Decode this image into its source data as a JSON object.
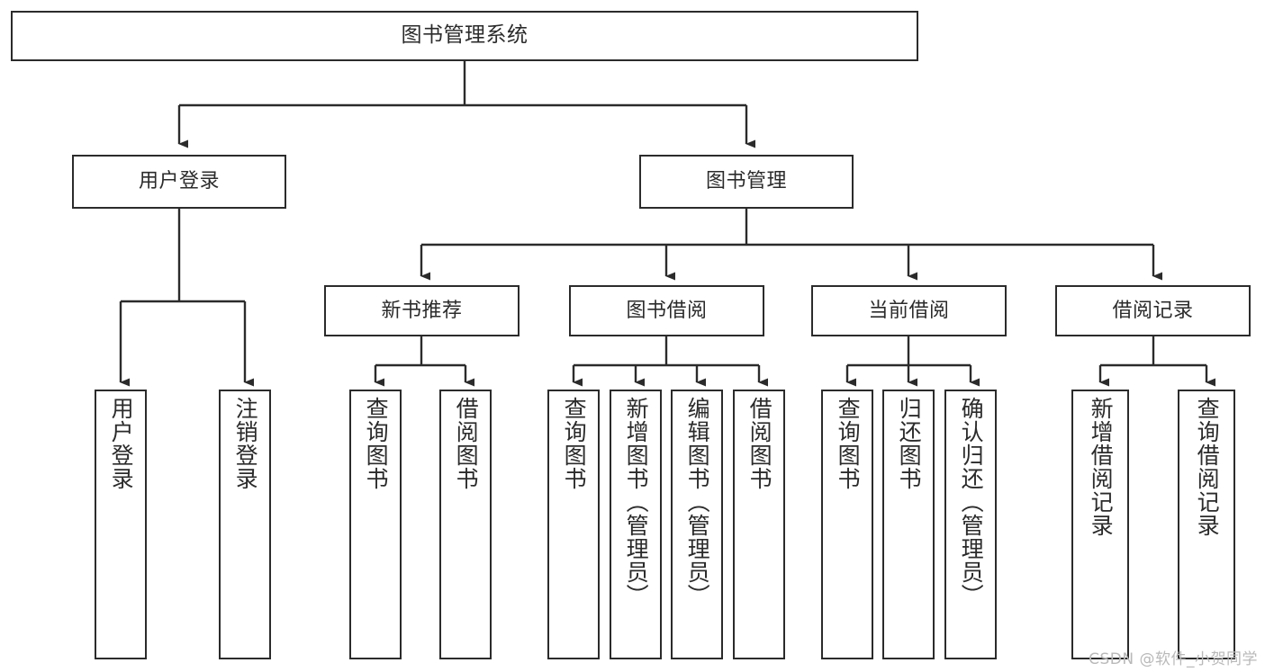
{
  "diagram": {
    "title": "图书管理系统",
    "type": "tree-hierarchy-chart",
    "watermark": "CSDN @软件_小贺同学",
    "colors": {
      "box_border": "#2b2b2b",
      "box_fill": "#ffffff",
      "edge": "#2b2b2b",
      "text": "#2b2b2b",
      "watermark": "#b9b9b9",
      "background": "#ffffff"
    }
  },
  "nodes": {
    "root": {
      "label": "图书管理系统"
    },
    "level1": [
      {
        "id": "user-login",
        "label": "用户登录"
      },
      {
        "id": "book-management",
        "label": "图书管理"
      }
    ],
    "level2": [
      {
        "id": "new-book-recommend",
        "label": "新书推荐",
        "parent": "book-management"
      },
      {
        "id": "book-borrow",
        "label": "图书借阅",
        "parent": "book-management"
      },
      {
        "id": "current-borrow",
        "label": "当前借阅",
        "parent": "book-management"
      },
      {
        "id": "borrow-record",
        "label": "借阅记录",
        "parent": "book-management"
      }
    ],
    "leaves": [
      {
        "id": "leaf-user-login",
        "label": "用户登录",
        "parent": "user-login"
      },
      {
        "id": "leaf-logout-login",
        "label": "注销登录",
        "parent": "user-login"
      },
      {
        "id": "leaf-query-book-1",
        "label": "查询图书",
        "parent": "new-book-recommend"
      },
      {
        "id": "leaf-borrow-book-1",
        "label": "借阅图书",
        "parent": "new-book-recommend"
      },
      {
        "id": "leaf-query-book-2",
        "label": "查询图书",
        "parent": "book-borrow"
      },
      {
        "id": "leaf-add-book",
        "label": "新增图书（管理员）",
        "parent": "book-borrow"
      },
      {
        "id": "leaf-edit-book",
        "label": "编辑图书（管理员）",
        "parent": "book-borrow"
      },
      {
        "id": "leaf-borrow-book-2",
        "label": "借阅图书",
        "parent": "book-borrow"
      },
      {
        "id": "leaf-query-book-3",
        "label": "查询图书",
        "parent": "current-borrow"
      },
      {
        "id": "leaf-return-book",
        "label": "归还图书",
        "parent": "current-borrow"
      },
      {
        "id": "leaf-confirm-return",
        "label": "确认归还（管理员）",
        "parent": "current-borrow"
      },
      {
        "id": "leaf-add-record",
        "label": "新增借阅记录",
        "parent": "borrow-record"
      },
      {
        "id": "leaf-query-record",
        "label": "查询借阅记录",
        "parent": "borrow-record"
      }
    ]
  }
}
